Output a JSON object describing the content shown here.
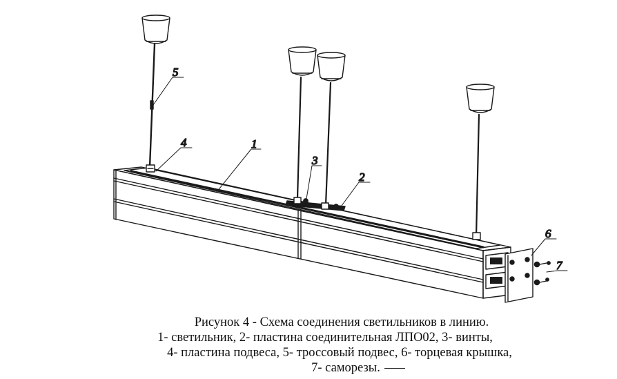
{
  "figure": {
    "callouts": [
      "1",
      "2",
      "3",
      "4",
      "5",
      "6",
      "7"
    ],
    "caption": {
      "title": "Рисунок 4 - Схема соединения светильников в линию.",
      "lines": [
        "1- светильник, 2- пластина соединительная ЛПО02, 3- винты,",
        "4- пластина подвеса, 5- троссовый подвес, 6- торцевая крышка,",
        "7- саморезы."
      ]
    },
    "colors": {
      "line": "#1a1a1a",
      "background": "#ffffff"
    }
  }
}
